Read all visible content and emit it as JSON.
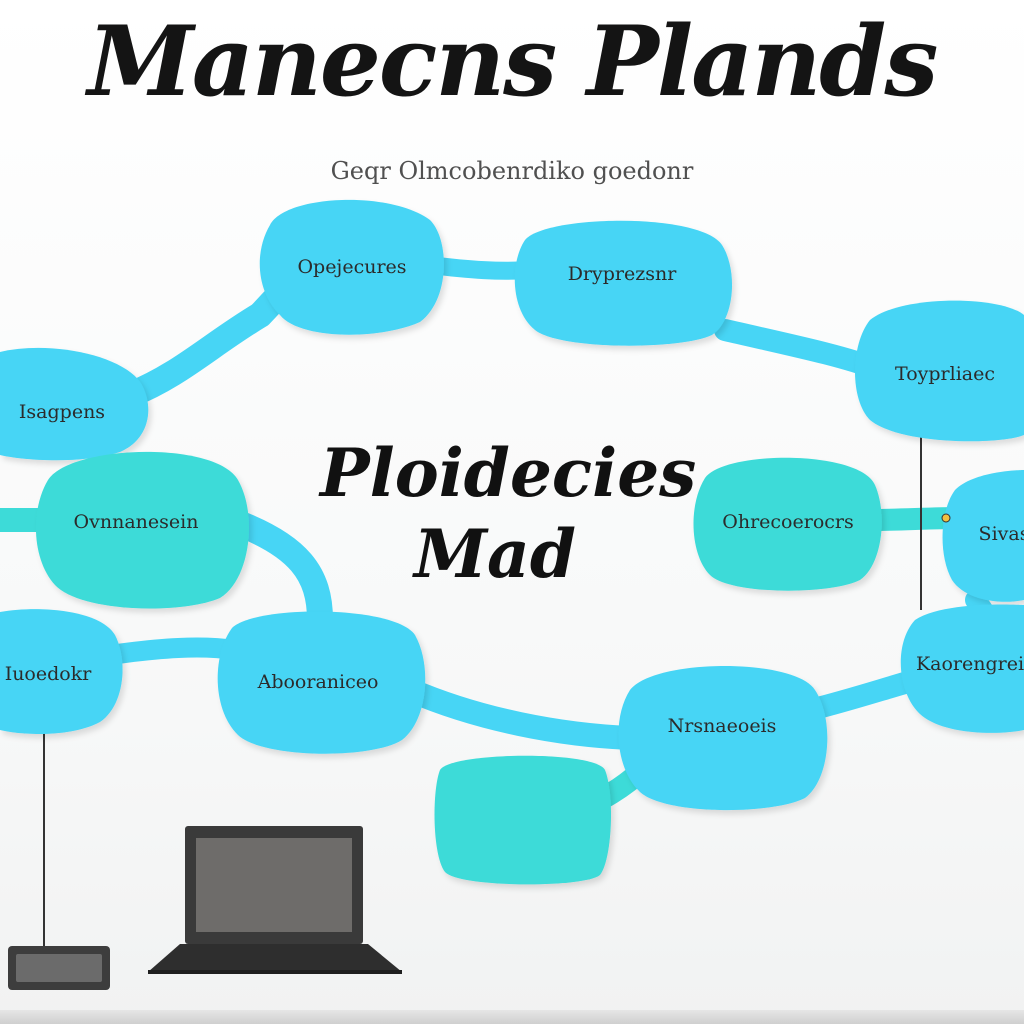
{
  "title": "Manecns Plands",
  "subtitle": "Geqr Olmcobenrdiko goedonr",
  "center_title": {
    "line1": "Ploidecies",
    "line2": "Mad"
  },
  "nodes": {
    "top": "Opejecures",
    "top_mid": "Dryprezsnr",
    "far_right": "Toyprliaec",
    "left": "Isagpens",
    "mid_left": "Ovnnanesein",
    "mid_right": "Ohrecoerocrs",
    "right_edge": "Sivas",
    "bottom_left": "Iuoedokr",
    "bottom_center": "Abooraniceo",
    "bottom_right": "Kaorengrei",
    "lower_mid": "Nrsnaeoeis"
  },
  "colors": {
    "node_blue": "#47d5f5",
    "node_teal": "#3ddbd8",
    "connector": "#47d5f5"
  },
  "icons": {
    "laptop": "laptop-icon",
    "device": "device-box-icon"
  }
}
